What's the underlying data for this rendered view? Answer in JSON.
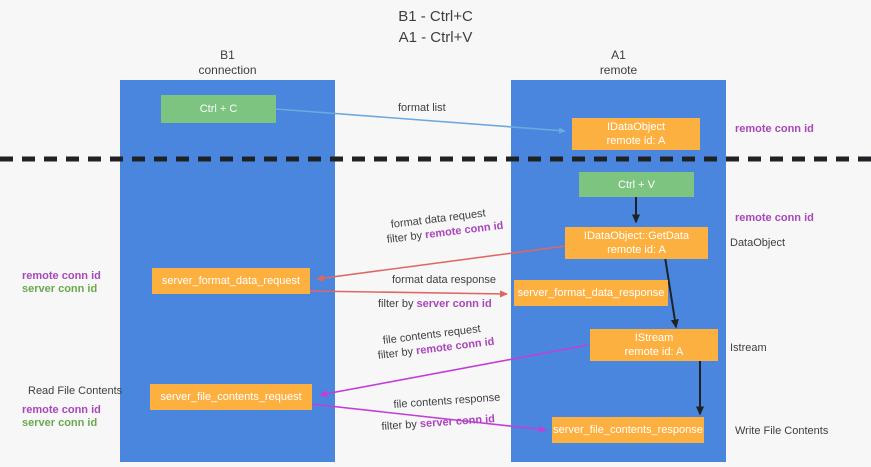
{
  "title": {
    "line1": "B1 - Ctrl+C",
    "line2": "A1 - Ctrl+V"
  },
  "columns": [
    {
      "name": "B1",
      "sub": "connection"
    },
    {
      "name": "A1",
      "sub": "remote"
    }
  ],
  "nodes": {
    "ctrl_c": "Ctrl + C",
    "ctrl_v": "Ctrl + V",
    "idataobject_l1": "IDataObject",
    "idataobject_l2": "remote id: A",
    "getdata_l1": "IDataObject::GetData",
    "getdata_l2": "remote id: A",
    "istream_l1": "IStream",
    "istream_l2": "remote id: A",
    "server_format_data_request": "server_format_data_request",
    "server_format_data_response": "server_format_data_response",
    "server_file_contents_request": "server_file_contents_request",
    "server_file_contents_response": "server_file_contents_response"
  },
  "edges": {
    "format_list": "format list",
    "format_data_request": "format data request",
    "format_data_request_filter_prefix": "filter by ",
    "format_data_request_filter_key": "remote conn id",
    "format_data_response": "format data response",
    "format_data_response_filter_prefix": "filter by ",
    "format_data_response_filter_key": "server conn id",
    "file_contents_request": "file contents request",
    "file_contents_request_filter_prefix": "filter by ",
    "file_contents_request_filter_key": "remote conn id",
    "file_contents_response": "file contents response",
    "file_contents_response_filter_prefix": "filter by ",
    "file_contents_response_filter_key": "server conn id"
  },
  "annotations": {
    "right_remote_conn_id_top": "remote conn id",
    "right_remote_conn_id_mid": "remote conn id",
    "right_dataobject": "DataObject",
    "right_istream": "Istream",
    "right_write_file_contents": "Write File Contents",
    "left_remote_conn_id": "remote conn id",
    "left_server_conn_id": "server conn id",
    "left_read_file_contents": "Read File Contents",
    "left_remote_conn_id_2": "remote conn id",
    "left_server_conn_id_2": "server conn id"
  },
  "colors": {
    "lane": "#4a86dd",
    "green_node": "#7cc47f",
    "orange_node": "#fbb040",
    "purple": "#aa46bb",
    "green_text": "#6aa84f",
    "red_arrow": "#e06666",
    "magenta_arrow": "#c13fd6",
    "blue_arrow": "#6fa8dc",
    "black_arrow": "#202124",
    "background": "#f7f7f7"
  }
}
